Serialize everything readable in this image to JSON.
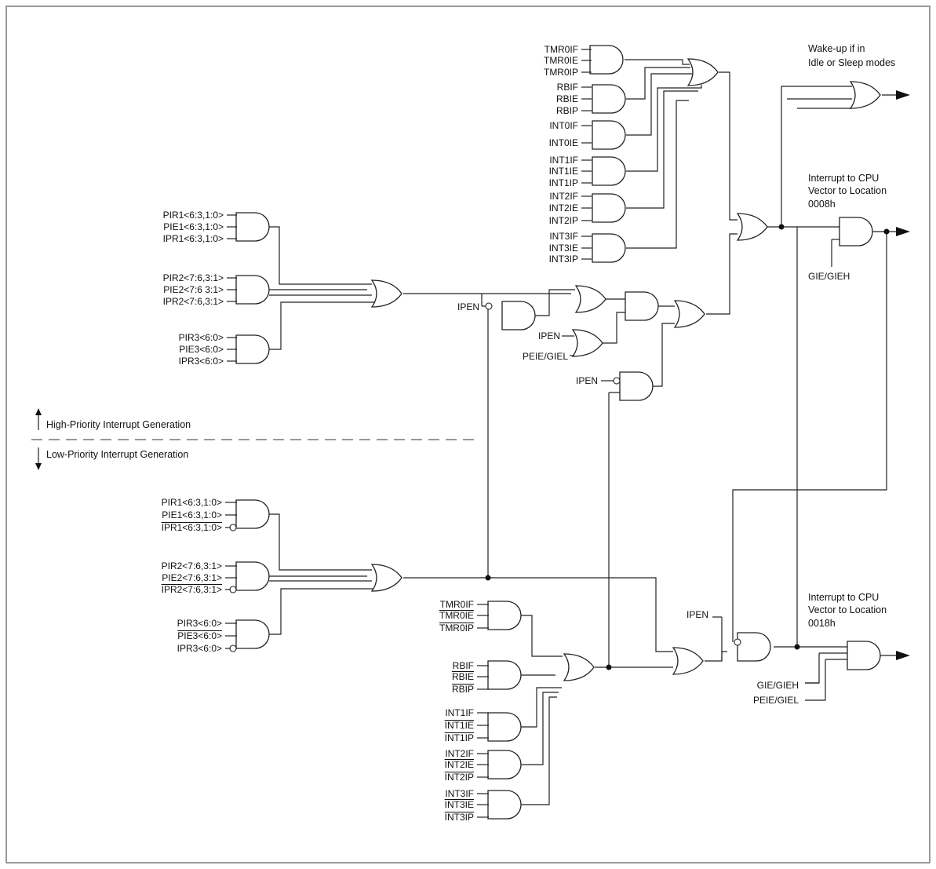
{
  "outputs": {
    "wake_line1": "Wake-up if in",
    "wake_line2": "Idle or Sleep modes",
    "high_line1": "Interrupt to CPU",
    "high_line2": "Vector to Location",
    "high_line3": "0008h",
    "low_line1": "Interrupt to CPU",
    "low_line2": "Vector to Location",
    "low_line3": "0018h"
  },
  "section": {
    "high": "High-Priority Interrupt Generation",
    "low": "Low-Priority Interrupt Generation"
  },
  "high_core": [
    "TMR0IF",
    "TMR0IE",
    "TMR0IP",
    "RBIF",
    "RBIE",
    "RBIP",
    "INT0IF",
    "INT0IE",
    "INT1IF",
    "INT1IE",
    "INT1IP",
    "INT2IF",
    "INT2IE",
    "INT2IP",
    "INT3IF",
    "INT3IE",
    "INT3IP"
  ],
  "high_periph": [
    "PIR1<6:3,1:0>",
    "PIE1<6:3,1:0>",
    "IPR1<6:3,1:0>",
    "PIR2<7:6,3:1>",
    "PIE2<7:6 3:1>",
    "IPR2<7:6,3:1>",
    "PIR3<6:0>",
    "PIE3<6:0>",
    "IPR3<6:0>"
  ],
  "low_periph": [
    "PIR1<6:3,1:0>",
    "PIE1<6:3,1:0>",
    "IPR1<6:3,1:0>",
    "PIR2<7:6,3:1>",
    "PIE2<7:6,3:1>",
    "IPR2<7:6,3:1>",
    "PIR3<6:0>",
    "PIE3<6:0>",
    "IPR3<6:0>"
  ],
  "low_core": [
    "TMR0IF",
    "TMR0IE",
    "TMR0IP",
    "RBIF",
    "RBIE",
    "RBIP",
    "INT1IF",
    "INT1IE",
    "INT1IP",
    "INT2IF",
    "INT2IE",
    "INT2IP",
    "INT3IF",
    "INT3IE",
    "INT3IP"
  ],
  "control": {
    "ipen_1": "IPEN",
    "ipen_2": "IPEN",
    "peie_giel_1": "PEIE/GIEL",
    "ipen_3": "IPEN",
    "gie_gieh_1": "GIE/GIEH",
    "ipen_4": "IPEN",
    "gie_gieh_2": "GIE/GIEH",
    "peie_giel_2": "PEIE/GIEL"
  }
}
